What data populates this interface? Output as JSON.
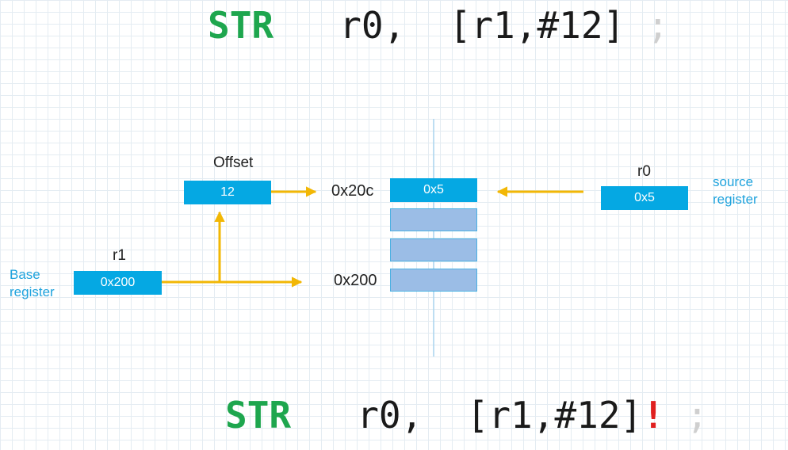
{
  "instructions": {
    "pre_index": {
      "mnemonic": "STR",
      "operand1": "r0,",
      "operand2": "[r1,#12]",
      "writeback": "",
      "terminator": ";"
    },
    "pre_index_writeback": {
      "mnemonic": "STR",
      "operand1": "r0,",
      "operand2": "[r1,#12]",
      "writeback": "!",
      "terminator": ";"
    }
  },
  "registers": {
    "offset": {
      "label": "Offset",
      "value": "12"
    },
    "r1": {
      "label": "r1",
      "value": "0x200",
      "role": "Base register"
    },
    "r0": {
      "label": "r0",
      "value": "0x5",
      "role": "source register"
    }
  },
  "memory": {
    "top_address": "0x20c",
    "top_value": "0x5",
    "bottom_address": "0x200"
  },
  "colors": {
    "register_fill": "#05a8e3",
    "memory_fill": "#9bbde6",
    "arrow": "#f2b705",
    "mnemonic": "#1ea64e",
    "writeback": "#e02020"
  }
}
